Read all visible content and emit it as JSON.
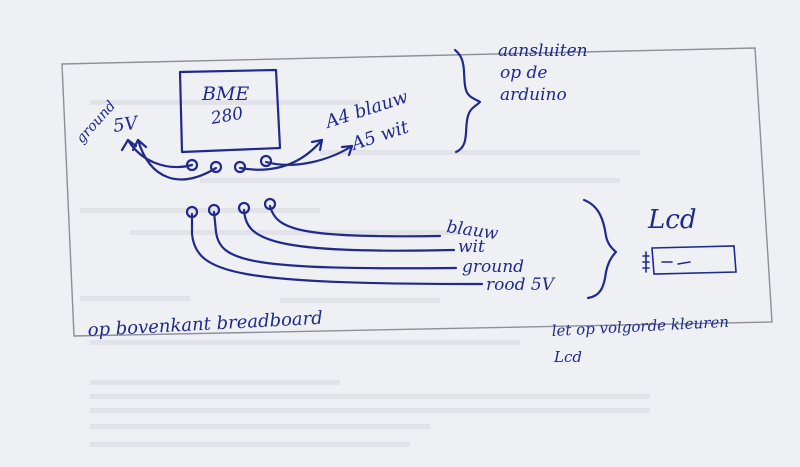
{
  "module": {
    "name": "BME",
    "model": "280"
  },
  "module_labels": {
    "ground": "ground",
    "five_v": "5V",
    "a4": "A4 blauw",
    "a5": "A5 wit"
  },
  "arduino_note": {
    "line1": "aansluiten",
    "line2": "op de",
    "line3": "arduino"
  },
  "breadboard_wires": [
    "blauw",
    "wit",
    "ground",
    "rood 5V"
  ],
  "breadboard_note": "op bovenkant breadboard",
  "lcd": {
    "title": "Lcd"
  },
  "lcd_note": {
    "line1": "let op volgorde kleuren",
    "line2": "Lcd"
  },
  "colors": {
    "ink": "#1f2a8c",
    "paper": "#e9ebf0",
    "frame": "#8c8f98"
  }
}
